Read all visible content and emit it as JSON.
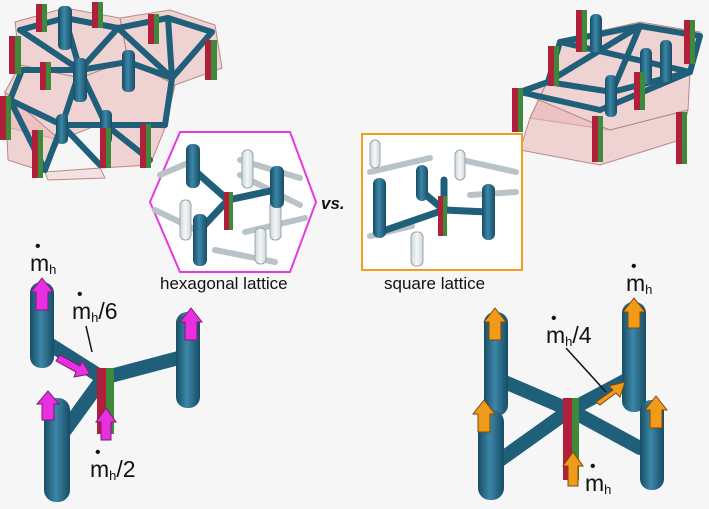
{
  "insets": {
    "hexagonal": {
      "caption": "hexagonal lattice",
      "border_color": "#e23ce0"
    },
    "square": {
      "caption": "square lattice",
      "border_color": "#f0a020"
    }
  },
  "comparison_label": "vs.",
  "flow_labels": {
    "hex_total": {
      "symbol": "m",
      "subscript": "h",
      "suffix": ""
    },
    "hex_branch": {
      "symbol": "m",
      "subscript": "h",
      "suffix": "/6"
    },
    "hex_half": {
      "symbol": "m",
      "subscript": "h",
      "suffix": "/2"
    },
    "square_total": {
      "symbol": "m",
      "subscript": "h",
      "suffix": ""
    },
    "square_branch": {
      "symbol": "m",
      "subscript": "h",
      "suffix": "/4"
    },
    "square_inlet": {
      "symbol": "m",
      "subscript": "h",
      "suffix": ""
    }
  },
  "colors": {
    "pipe": "#1f5f7a",
    "pipe_light": "#3c86a8",
    "hex_arrow": "#e830e0",
    "square_arrow": "#f29a1a",
    "cell_fill": "#e9b4b4",
    "cell_edge": "#b98888",
    "node_red": "#b0203a",
    "node_green": "#3f8a3a"
  }
}
